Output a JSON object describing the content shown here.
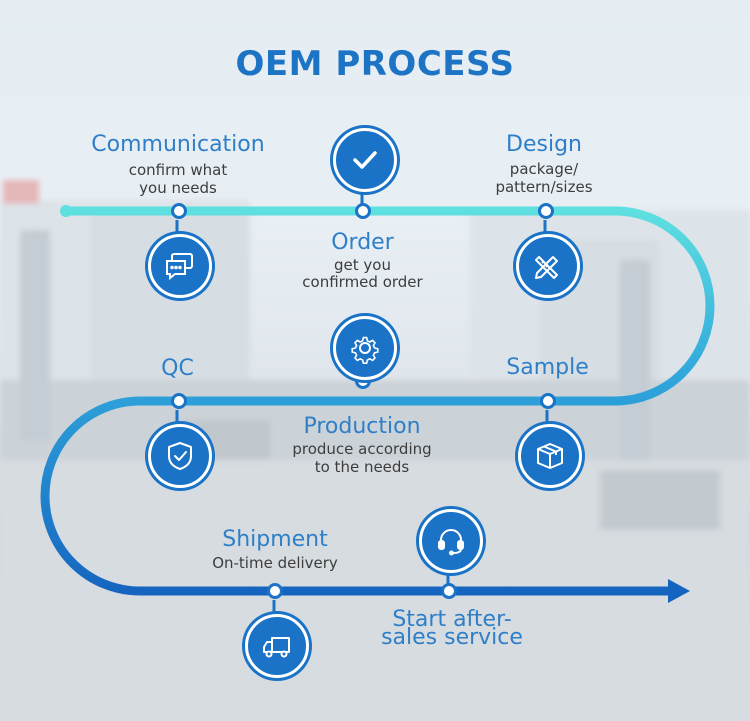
{
  "title": "OEM PROCESS",
  "steps": {
    "communication": {
      "label": "Communication",
      "desc1": "confirm what",
      "desc2": "you needs"
    },
    "order": {
      "label": "Order",
      "desc1": "get you",
      "desc2": "confirmed order"
    },
    "design": {
      "label": "Design",
      "desc1": "package/",
      "desc2": "pattern/sizes"
    },
    "qc": {
      "label": "QC"
    },
    "production": {
      "label": "Production",
      "desc1": "produce according",
      "desc2": "to the needs"
    },
    "sample": {
      "label": "Sample"
    },
    "shipment": {
      "label": "Shipment",
      "desc1": "On-time delivery"
    },
    "after_sales": {
      "label1": "Start after-",
      "label2": "sales service"
    }
  },
  "colors": {
    "primary": "#1a73c6",
    "title": "#1d74c4",
    "flow_start": "#5ee0e0",
    "flow_end": "#1565c0"
  },
  "icons": [
    "check-icon",
    "chat-icon",
    "design-tools-icon",
    "gear-icon",
    "shield-check-icon",
    "box-icon",
    "headset-icon",
    "truck-icon"
  ]
}
